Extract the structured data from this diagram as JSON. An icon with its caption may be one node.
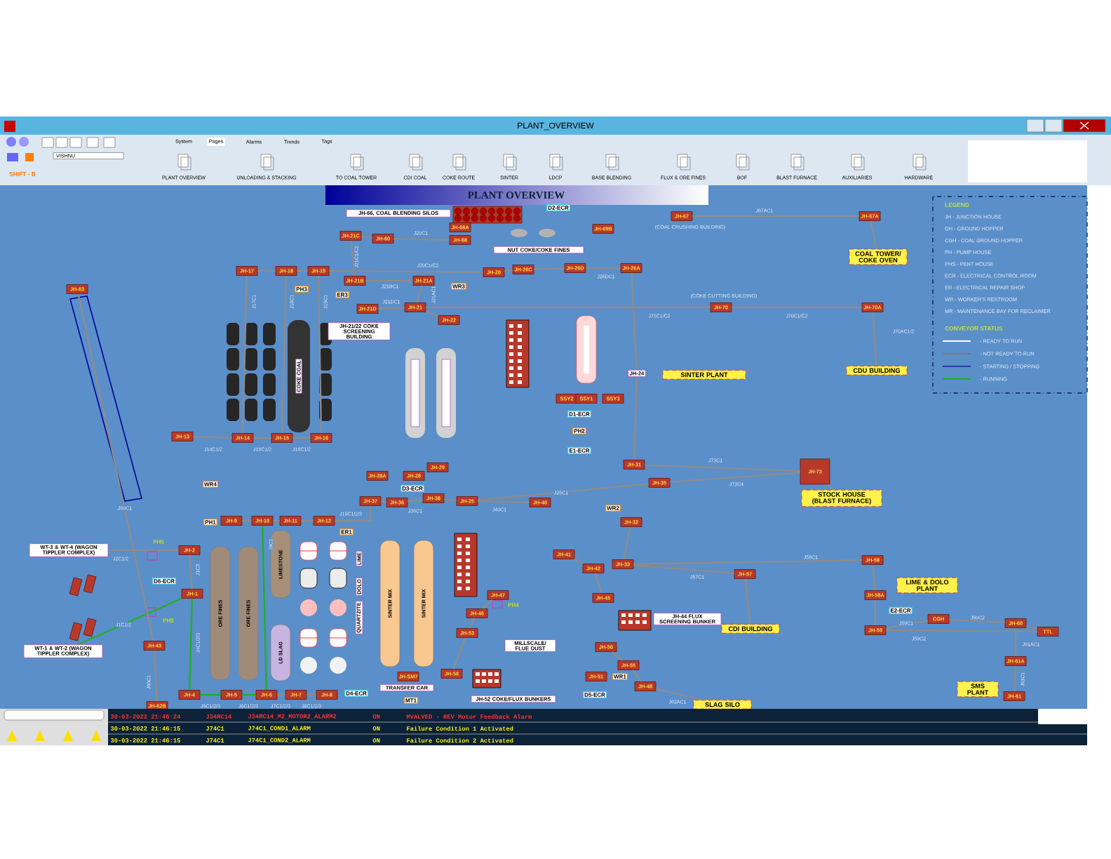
{
  "diagram": {
    "title": "PLANT OVERVIEW",
    "nodes": [
      {
        "text": [
          "JH-66, COAL BLENDING SILOS"
        ]
      },
      {
        "text": [
          "D2-ECR"
        ]
      },
      {
        "text": [
          "JH-68A"
        ]
      },
      {
        "text": [
          "JH-68"
        ]
      },
      {
        "text": [
          "JH-21C"
        ]
      },
      {
        "text": [
          "JH-60"
        ]
      },
      {
        "text": [
          "NUT COKE/COKE FINES"
        ]
      },
      {
        "text": [
          "JH-67"
        ]
      },
      {
        "text": [
          "JH-67A"
        ]
      },
      {
        "text": [
          "JH-69B"
        ]
      },
      {
        "text": [
          "COAL TOWER/ COKE OVEN"
        ]
      },
      {
        "text": [
          "JH-17"
        ]
      },
      {
        "text": [
          "JH-18"
        ]
      },
      {
        "text": [
          "JH-19"
        ]
      },
      {
        "text": [
          "JH-20"
        ]
      },
      {
        "text": [
          "JH-26C"
        ]
      },
      {
        "text": [
          "JH-26D"
        ]
      },
      {
        "text": [
          "JH-26A"
        ]
      },
      {
        "text": [
          "JH-21B"
        ]
      },
      {
        "text": [
          "JH-21A"
        ]
      },
      {
        "text": [
          "WR3"
        ]
      },
      {
        "text": [
          "ER3"
        ]
      },
      {
        "text": [
          "PH3"
        ]
      },
      {
        "text": [
          "JH-21D"
        ]
      },
      {
        "text": [
          "JH-21"
        ]
      },
      {
        "text": [
          "JH-22"
        ]
      },
      {
        "text": [
          "JH-21/22 COKE SCREENING BUILDING"
        ]
      },
      {
        "text": [
          "JH-70"
        ]
      },
      {
        "text": [
          "JH-70A"
        ]
      },
      {
        "text": [
          "CDU BUILDING"
        ]
      },
      {
        "text": [
          "JH-24"
        ]
      },
      {
        "text": [
          "SINTER PLANT"
        ]
      },
      {
        "text": [
          "SSY2"
        ]
      },
      {
        "text": [
          "SSY1"
        ]
      },
      {
        "text": [
          "SSY3"
        ]
      },
      {
        "text": [
          "D1-ECR"
        ]
      },
      {
        "text": [
          "PH2"
        ]
      },
      {
        "text": [
          "E1-ECR"
        ]
      },
      {
        "text": [
          "JH-63"
        ]
      },
      {
        "text": [
          "JH-13"
        ]
      },
      {
        "text": [
          "JH-14"
        ]
      },
      {
        "text": [
          "JH-15"
        ]
      },
      {
        "text": [
          "JH-16"
        ]
      },
      {
        "text": [
          "JH-31"
        ]
      },
      {
        "text": [
          "JH-73"
        ]
      },
      {
        "text": [
          "STOCK HOUSE (BLAST FURNACE)"
        ]
      },
      {
        "text": [
          "JH-35"
        ]
      },
      {
        "text": [
          "WR2"
        ]
      },
      {
        "text": [
          "JH-32"
        ]
      },
      {
        "text": [
          "JH-28A"
        ]
      },
      {
        "text": [
          "JH-28"
        ]
      },
      {
        "text": [
          "D3-ECR"
        ]
      },
      {
        "text": [
          "JH-37"
        ]
      },
      {
        "text": [
          "JH-36"
        ]
      },
      {
        "text": [
          "JH-38"
        ]
      },
      {
        "text": [
          "JH-25"
        ]
      },
      {
        "text": [
          "WR4"
        ]
      },
      {
        "text": [
          "PH1"
        ]
      },
      {
        "text": [
          "JH-9"
        ]
      },
      {
        "text": [
          "JH-10"
        ]
      },
      {
        "text": [
          "JH-11"
        ]
      },
      {
        "text": [
          "JH-12"
        ]
      },
      {
        "text": [
          "ER1"
        ]
      },
      {
        "text": [
          "WT-3 & WT-4 (WAGON TIPPLER COMPLEX)"
        ]
      },
      {
        "text": [
          "JH-2"
        ]
      },
      {
        "text": [
          "D6-ECR"
        ]
      },
      {
        "text": [
          "JH-1"
        ]
      },
      {
        "text": [
          "WT-1 & WT-2 (WAGON TIPPLER COMPLEX)"
        ]
      },
      {
        "text": [
          "JH-43"
        ]
      },
      {
        "text": [
          "JH-62B"
        ]
      },
      {
        "text": [
          "JH-4"
        ]
      },
      {
        "text": [
          "JH-5"
        ]
      },
      {
        "text": [
          "JH-6"
        ]
      },
      {
        "text": [
          "JH-7"
        ]
      },
      {
        "text": [
          "JH-8"
        ]
      },
      {
        "text": [
          "D4-ECR"
        ]
      },
      {
        "text": [
          "JH-SM7"
        ]
      },
      {
        "text": [
          "TRANSFER CAR"
        ]
      },
      {
        "text": [
          "MT1"
        ]
      },
      {
        "text": [
          "JH-47"
        ]
      },
      {
        "text": [
          "JH-46"
        ]
      },
      {
        "text": [
          "JH-53"
        ]
      },
      {
        "text": [
          "MILLSCALE/ FLUE DUST"
        ]
      },
      {
        "text": [
          "JH-56"
        ]
      },
      {
        "text": [
          "JH-52 COKE/FLUX BUNKERS"
        ]
      },
      {
        "text": [
          "JH-33"
        ]
      },
      {
        "text": [
          "JH-57"
        ]
      },
      {
        "text": [
          "JH-58"
        ]
      },
      {
        "text": [
          "LIME & DOLO PLANT"
        ]
      },
      {
        "text": [
          "JH-58A"
        ]
      },
      {
        "text": [
          "E2-ECR"
        ]
      },
      {
        "text": [
          "CGH"
        ]
      },
      {
        "text": [
          "JH-60"
        ]
      },
      {
        "text": [
          "TTL"
        ]
      },
      {
        "text": [
          "JH-59"
        ]
      },
      {
        "text": [
          "JH-61A"
        ]
      },
      {
        "text": [
          "SMS PLANT"
        ]
      },
      {
        "text": [
          "JH-61"
        ]
      },
      {
        "text": [
          "CDI BUILDING"
        ]
      },
      {
        "text": [
          "JH-44 FLUX SCREENING BUNKER"
        ]
      },
      {
        "text": [
          "JH-45"
        ]
      },
      {
        "text": [
          "JH-50"
        ]
      },
      {
        "text": [
          "JH-55"
        ]
      },
      {
        "text": [
          "JH-51"
        ]
      },
      {
        "text": [
          "WR1"
        ]
      },
      {
        "text": [
          "JH-48"
        ]
      },
      {
        "text": [
          "D5-ECR"
        ]
      },
      {
        "text": [
          "SLAG SILO"
        ]
      },
      {
        "text": [
          "JH-41"
        ]
      },
      {
        "text": [
          "JH-42"
        ]
      },
      {
        "text": [
          "JH-40"
        ]
      },
      {
        "text": [
          "JH-29"
        ]
      },
      {
        "text": [
          "ORE FINES"
        ]
      },
      {
        "text": [
          "ORE FINES"
        ]
      },
      {
        "text": [
          "LIMESTONE"
        ]
      },
      {
        "text": [
          "LD SLAG"
        ]
      },
      {
        "text": [
          "LIME"
        ]
      },
      {
        "text": [
          "DOLO"
        ]
      },
      {
        "text": [
          "QUARTZITE"
        ]
      },
      {
        "text": [
          "SINTER MIX"
        ]
      },
      {
        "text": [
          "SINTER MIX"
        ]
      },
      {
        "text": [
          "COKE COAL"
        ]
      }
    ],
    "edges": [
      {
        "from": 4,
        "to": 5,
        "arrow": "none"
      },
      {
        "from": 5,
        "to": 3,
        "arrow": "none",
        "label": "J20C1"
      },
      {
        "from": 7,
        "to": 8,
        "arrow": "none",
        "label": "J67AC1"
      },
      {
        "from": 8,
        "to": 10,
        "arrow": "none"
      },
      {
        "from": 11,
        "to": 12,
        "arrow": "none"
      },
      {
        "from": 12,
        "to": 13,
        "arrow": "none"
      },
      {
        "from": 13,
        "to": 14,
        "arrow": "none",
        "label": "J20C1/C2"
      },
      {
        "from": 14,
        "to": 15,
        "arrow": "none"
      },
      {
        "from": 15,
        "to": 16,
        "arrow": "none"
      },
      {
        "from": 16,
        "to": 17,
        "arrow": "none",
        "label": "J26DC1"
      },
      {
        "from": 11,
        "to": 40,
        "arrow": "none",
        "label": "J17C1"
      },
      {
        "from": 12,
        "to": 41,
        "arrow": "none",
        "label": "J18C1"
      },
      {
        "from": 13,
        "to": 42,
        "arrow": "none",
        "label": "J19C1"
      },
      {
        "from": 39,
        "to": 40,
        "arrow": "none",
        "label": "J14C1/2"
      },
      {
        "from": 40,
        "to": 41,
        "arrow": "none",
        "label": "J15C1/2"
      },
      {
        "from": 41,
        "to": 42,
        "arrow": "none",
        "label": "J16C1/2"
      },
      {
        "from": 18,
        "to": 19,
        "arrow": "none",
        "label": "J21BC1"
      },
      {
        "from": 23,
        "to": 24,
        "arrow": "none",
        "label": "J21DC1"
      },
      {
        "from": 19,
        "to": 24,
        "arrow": "none",
        "label": "J21AC1"
      },
      {
        "from": 4,
        "to": 18,
        "arrow": "none",
        "label": "J21C1/C2"
      },
      {
        "from": 24,
        "to": 25,
        "arrow": "none"
      },
      {
        "from": 17,
        "to": 30,
        "arrow": "none"
      },
      {
        "from": 30,
        "to": 43,
        "arrow": "none"
      },
      {
        "from": 27,
        "to": 28,
        "arrow": "none",
        "label": "J70C1/C2"
      },
      {
        "from": 28,
        "to": 29,
        "arrow": "none",
        "label": "J70AC1/2"
      },
      {
        "from": 24,
        "to": 27,
        "arrow": "none",
        "label": "J71C1/C2"
      },
      {
        "from": 43,
        "to": 44,
        "arrow": "none",
        "label": "J73C1"
      },
      {
        "from": 46,
        "to": 44,
        "arrow": "none",
        "label": "J73C4"
      },
      {
        "from": 55,
        "to": 46,
        "arrow": "none",
        "label": "J25C1"
      },
      {
        "from": 44,
        "to": 45,
        "arrow": "none"
      },
      {
        "from": 52,
        "to": 53,
        "arrow": "none"
      },
      {
        "from": 53,
        "to": 54,
        "arrow": "none",
        "label": "J36C1"
      },
      {
        "from": 54,
        "to": 55,
        "arrow": "none"
      },
      {
        "from": 55,
        "to": 110,
        "arrow": "none",
        "label": "J40C1"
      },
      {
        "from": 58,
        "to": 59,
        "arrow": "none"
      },
      {
        "from": 59,
        "to": 60,
        "arrow": "none"
      },
      {
        "from": 60,
        "to": 61,
        "arrow": "none"
      },
      {
        "from": 61,
        "to": 52,
        "arrow": "none",
        "label": "J10C1/2/3"
      },
      {
        "from": 64,
        "to": 66,
        "arrow": "none",
        "label": "J1C3"
      },
      {
        "from": 63,
        "to": 64,
        "arrow": "none",
        "label": "J2C1/2"
      },
      {
        "from": 67,
        "to": 66,
        "arrow": "none",
        "label": "J1C1/2",
        "color": "#22b022"
      },
      {
        "from": 66,
        "to": 70,
        "arrow": "none",
        "label": "J4C1/2/3",
        "color": "#22b022"
      },
      {
        "from": 70,
        "to": 71,
        "arrow": "none",
        "label": "J5C1/2/3",
        "color": "#22b022"
      },
      {
        "from": 71,
        "to": 72,
        "arrow": "none",
        "label": "J6C1/2/3",
        "color": "#22b022"
      },
      {
        "from": 72,
        "to": 73,
        "arrow": "none",
        "label": "J7C1/2/3"
      },
      {
        "from": 73,
        "to": 74,
        "arrow": "none",
        "label": "J8C1/2/3"
      },
      {
        "from": 59,
        "to": 72,
        "arrow": "none",
        "label": "J9C1",
        "color": "#22b022"
      },
      {
        "from": 38,
        "to": 68,
        "arrow": "none",
        "label": "J60C1"
      },
      {
        "from": 68,
        "to": 69,
        "arrow": "none",
        "label": "J60C1"
      },
      {
        "from": 85,
        "to": 86,
        "arrow": "none",
        "label": "J57C1"
      },
      {
        "from": 85,
        "to": 87,
        "arrow": "none",
        "label": "J58C1"
      },
      {
        "from": 87,
        "to": 89,
        "arrow": "none"
      },
      {
        "from": 89,
        "to": 94,
        "arrow": "none"
      },
      {
        "from": 94,
        "to": 91,
        "arrow": "none",
        "label": "J59C1"
      },
      {
        "from": 91,
        "to": 92,
        "arrow": "none",
        "label": "J60C2"
      },
      {
        "from": 92,
        "to": 93,
        "arrow": "none"
      },
      {
        "from": 94,
        "to": 93,
        "arrow": "none",
        "label": "J59C2"
      },
      {
        "from": 92,
        "to": 95,
        "arrow": "none",
        "label": "J61AC1"
      },
      {
        "from": 95,
        "to": 97,
        "arrow": "none",
        "label": "J61C1"
      },
      {
        "from": 86,
        "to": 98,
        "arrow": "none"
      },
      {
        "from": 105,
        "to": 107,
        "arrow": "none",
        "label": "J62AC1"
      },
      {
        "from": 108,
        "to": 109,
        "arrow": "none"
      },
      {
        "from": 48,
        "to": 85,
        "arrow": "none"
      },
      {
        "from": 109,
        "to": 100,
        "arrow": "none"
      },
      {
        "from": 101,
        "to": 102,
        "arrow": "none"
      },
      {
        "from": 102,
        "to": 105,
        "arrow": "none"
      },
      {
        "from": 81,
        "to": 83,
        "arrow": "none"
      },
      {
        "from": 79,
        "to": 80,
        "arrow": "none"
      },
      {
        "from": 80,
        "to": 81,
        "arrow": "none"
      }
    ],
    "labels": [
      "PLANT_OVERVIEW",
      "System",
      "Pages",
      "Alarms",
      "Trends",
      "Tags",
      "VISHNU",
      "SHIFT - B",
      "PLANT OVERVIEW",
      "UNLOADING & STACKING",
      "TO COAL TOWER",
      "CDI COAL",
      "COKE ROUTE",
      "SINTER",
      "LDCP",
      "BASE BLENDING",
      "FLUX & ORE FINES",
      "BOF",
      "BLAST FURNACE",
      "AUXILIARIES",
      "HARDWARE",
      "(COAL CRUSHING BUILDING)",
      "(COKE CUTTING BUILDING)",
      "LEGEND",
      "JH - JUNCTION HOUSE",
      "GH - GROUND HOPPER",
      "CGH - COAL GROUND HOPPER",
      "PH - PUMP HOUSE",
      "PHS - PENT HOUSE",
      "ECR - ELECTRICAL CONTROL ROOM",
      "ER - ELECTRICAL REPAIR SHOP",
      "WR - WORKER'S RESTROOM",
      "MR - MAINTENANCE BAY FOR RECLAIMER",
      "CONVEYOR STATUS",
      "PH5",
      "PH5",
      "PH4",
      "30-03-2022 21:46:24",
      "J34RC14",
      "J34RC14_M2_MOTOR2_ALARM2",
      "ON",
      "MVALVED - REV Motor Feedback Alarm",
      "30-03-2022 21:46:15",
      "J74C1",
      "J74C1_COND1_ALARM",
      "ON",
      "Failure Condition 1 Activated",
      "30-03-2022 21:46:15",
      "J74C1",
      "J74C1_COND2_ALARM",
      "ON",
      "Failure Condition 2 Activated"
    ],
    "legend": [
      {
        "text": "- READY TO RUN"
      },
      {
        "text": "- NOT READY TO RUN"
      },
      {
        "text": "- STARTING / STOPPING"
      },
      {
        "text": "- RUNNING"
      }
    ]
  }
}
